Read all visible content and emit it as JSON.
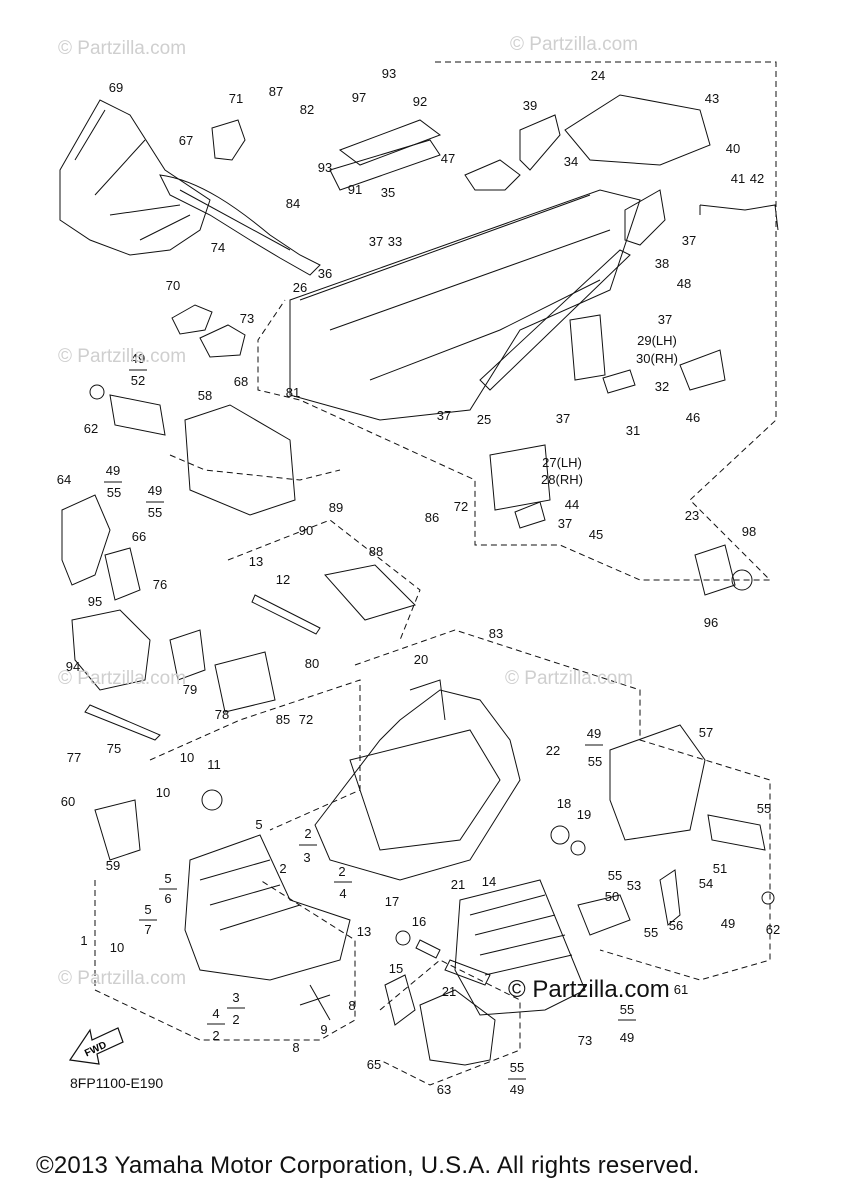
{
  "watermarks": [
    "© Partzilla.com",
    "© Partzilla.com",
    "© Partzilla.com",
    "© Partzilla.com",
    "© Partzilla.com",
    "© Partzilla.com"
  ],
  "watermark_main": "© Partzilla.com",
  "diagram_code": "8FP1100-E190",
  "fwd_label": "FWD",
  "copyright": "©2013 Yamaha Motor Corporation, U.S.A. All rights reserved.",
  "labels": [
    {
      "id": "l69",
      "text": "69"
    },
    {
      "id": "l71",
      "text": "71"
    },
    {
      "id": "l87",
      "text": "87"
    },
    {
      "id": "l82",
      "text": "82"
    },
    {
      "id": "l93a",
      "text": "93"
    },
    {
      "id": "l97",
      "text": "97"
    },
    {
      "id": "l92",
      "text": "92"
    },
    {
      "id": "l24",
      "text": "24"
    },
    {
      "id": "l43",
      "text": "43"
    },
    {
      "id": "l39",
      "text": "39"
    },
    {
      "id": "l67",
      "text": "67"
    },
    {
      "id": "l47",
      "text": "47"
    },
    {
      "id": "l34",
      "text": "34"
    },
    {
      "id": "l40",
      "text": "40"
    },
    {
      "id": "l41",
      "text": "41"
    },
    {
      "id": "l42",
      "text": "42"
    },
    {
      "id": "l93b",
      "text": "93"
    },
    {
      "id": "l91",
      "text": "91"
    },
    {
      "id": "l35",
      "text": "35"
    },
    {
      "id": "l84",
      "text": "84"
    },
    {
      "id": "l37a",
      "text": "37"
    },
    {
      "id": "l33",
      "text": "33"
    },
    {
      "id": "l37b",
      "text": "37"
    },
    {
      "id": "l38",
      "text": "38"
    },
    {
      "id": "l74",
      "text": "74"
    },
    {
      "id": "l36",
      "text": "36"
    },
    {
      "id": "l48",
      "text": "48"
    },
    {
      "id": "l70",
      "text": "70"
    },
    {
      "id": "l26",
      "text": "26"
    },
    {
      "id": "l73a",
      "text": "73"
    },
    {
      "id": "l37c",
      "text": "37"
    },
    {
      "id": "l29",
      "text": "29(LH)"
    },
    {
      "id": "l30",
      "text": "30(RH)"
    },
    {
      "id": "l68",
      "text": "68"
    },
    {
      "id": "l49a",
      "text": "49"
    },
    {
      "id": "l52",
      "text": "52"
    },
    {
      "id": "l32",
      "text": "32"
    },
    {
      "id": "l81",
      "text": "81"
    },
    {
      "id": "l58",
      "text": "58"
    },
    {
      "id": "l46",
      "text": "46"
    },
    {
      "id": "l62a",
      "text": "62"
    },
    {
      "id": "l37d",
      "text": "37"
    },
    {
      "id": "l25",
      "text": "25"
    },
    {
      "id": "l37e",
      "text": "37"
    },
    {
      "id": "l31",
      "text": "31"
    },
    {
      "id": "l27",
      "text": "27(LH)"
    },
    {
      "id": "l28",
      "text": "28(RH)"
    },
    {
      "id": "l64",
      "text": "64"
    },
    {
      "id": "l49b",
      "text": "49"
    },
    {
      "id": "l55a",
      "text": "55"
    },
    {
      "id": "l49c",
      "text": "49"
    },
    {
      "id": "l55b",
      "text": "55"
    },
    {
      "id": "l86",
      "text": "86"
    },
    {
      "id": "l72a",
      "text": "72"
    },
    {
      "id": "l44",
      "text": "44"
    },
    {
      "id": "l23",
      "text": "23"
    },
    {
      "id": "l37f",
      "text": "37"
    },
    {
      "id": "l89",
      "text": "89"
    },
    {
      "id": "l66",
      "text": "66"
    },
    {
      "id": "l90",
      "text": "90"
    },
    {
      "id": "l88",
      "text": "88"
    },
    {
      "id": "l45",
      "text": "45"
    },
    {
      "id": "l98",
      "text": "98"
    },
    {
      "id": "l13a",
      "text": "13"
    },
    {
      "id": "l76",
      "text": "76"
    },
    {
      "id": "l12",
      "text": "12"
    },
    {
      "id": "l95",
      "text": "95"
    },
    {
      "id": "l96",
      "text": "96"
    },
    {
      "id": "l83",
      "text": "83"
    },
    {
      "id": "l20",
      "text": "20"
    },
    {
      "id": "l80",
      "text": "80"
    },
    {
      "id": "l94",
      "text": "94"
    },
    {
      "id": "l79",
      "text": "79"
    },
    {
      "id": "l78",
      "text": "78"
    },
    {
      "id": "l85",
      "text": "85"
    },
    {
      "id": "l72b",
      "text": "72"
    },
    {
      "id": "l57",
      "text": "57"
    },
    {
      "id": "l49d",
      "text": "49"
    },
    {
      "id": "l55c",
      "text": "55"
    },
    {
      "id": "l22",
      "text": "22"
    },
    {
      "id": "l77",
      "text": "77"
    },
    {
      "id": "l75",
      "text": "75"
    },
    {
      "id": "l10a",
      "text": "10"
    },
    {
      "id": "l11",
      "text": "11"
    },
    {
      "id": "l60",
      "text": "60"
    },
    {
      "id": "l10b",
      "text": "10"
    },
    {
      "id": "l18",
      "text": "18"
    },
    {
      "id": "l19",
      "text": "19"
    },
    {
      "id": "l55d",
      "text": "55"
    },
    {
      "id": "l5a",
      "text": "5"
    },
    {
      "id": "l2a",
      "text": "2"
    },
    {
      "id": "l3a",
      "text": "3"
    },
    {
      "id": "l59",
      "text": "59"
    },
    {
      "id": "l2b",
      "text": "2"
    },
    {
      "id": "l51",
      "text": "51"
    },
    {
      "id": "l2c",
      "text": "2"
    },
    {
      "id": "l4a",
      "text": "4"
    },
    {
      "id": "l55e",
      "text": "55"
    },
    {
      "id": "l54",
      "text": "54"
    },
    {
      "id": "l5b",
      "text": "5"
    },
    {
      "id": "l6",
      "text": "6"
    },
    {
      "id": "l21a",
      "text": "21"
    },
    {
      "id": "l14",
      "text": "14"
    },
    {
      "id": "l53",
      "text": "53"
    },
    {
      "id": "l50",
      "text": "50"
    },
    {
      "id": "l5c",
      "text": "5"
    },
    {
      "id": "l7",
      "text": "7"
    },
    {
      "id": "l17",
      "text": "17"
    },
    {
      "id": "l56",
      "text": "56"
    },
    {
      "id": "l49e",
      "text": "49"
    },
    {
      "id": "l62b",
      "text": "62"
    },
    {
      "id": "l55f",
      "text": "55"
    },
    {
      "id": "l1",
      "text": "1"
    },
    {
      "id": "l16",
      "text": "16"
    },
    {
      "id": "l13b",
      "text": "13"
    },
    {
      "id": "l10c",
      "text": "10"
    },
    {
      "id": "l15",
      "text": "15"
    },
    {
      "id": "l8a",
      "text": "8"
    },
    {
      "id": "l61",
      "text": "61"
    },
    {
      "id": "l3b",
      "text": "3"
    },
    {
      "id": "l2d",
      "text": "2"
    },
    {
      "id": "l21b",
      "text": "21"
    },
    {
      "id": "l4b",
      "text": "4"
    },
    {
      "id": "l9",
      "text": "9"
    },
    {
      "id": "l55g",
      "text": "55"
    },
    {
      "id": "l49f",
      "text": "49"
    },
    {
      "id": "l2e",
      "text": "2"
    },
    {
      "id": "l73b",
      "text": "73"
    },
    {
      "id": "l65",
      "text": "65"
    },
    {
      "id": "l8b",
      "text": "8"
    },
    {
      "id": "l55h",
      "text": "55"
    },
    {
      "id": "l49g",
      "text": "49"
    },
    {
      "id": "l63",
      "text": "63"
    }
  ]
}
